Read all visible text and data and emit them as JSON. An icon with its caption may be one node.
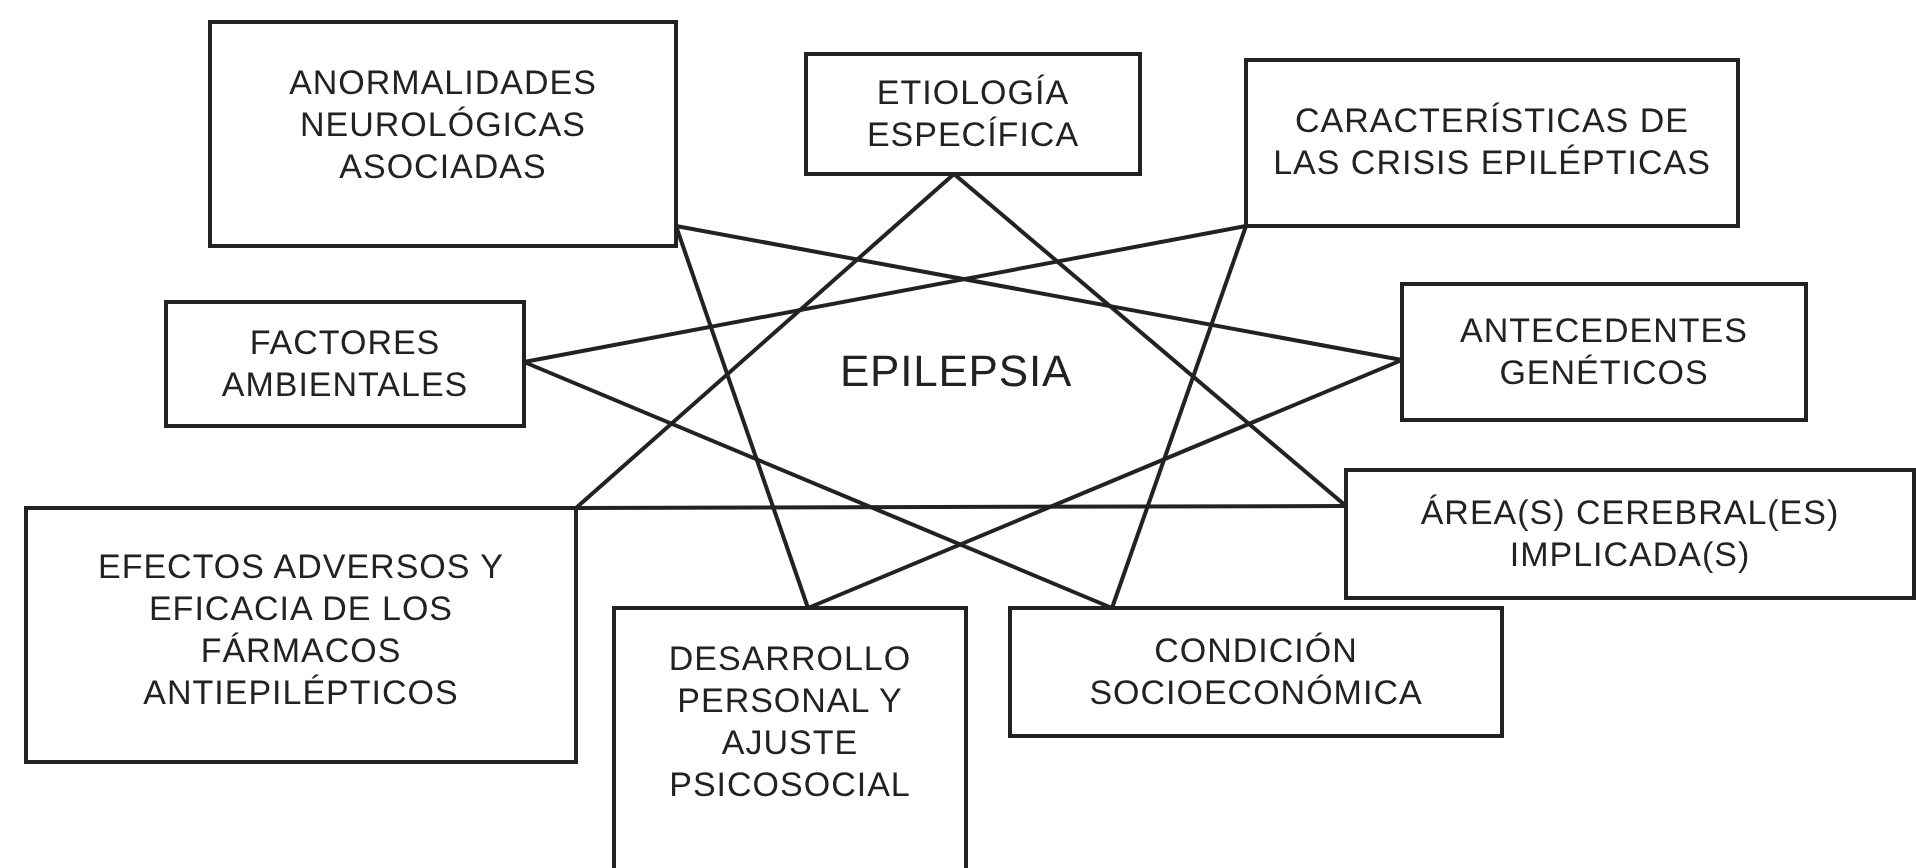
{
  "diagram": {
    "nodes": [
      {
        "text": [
          "ANORMALIDADES NEUROLÓGICAS ASOCIADAS"
        ]
      },
      {
        "text": [
          "ETIOLOGÍA ESPECÍFICA"
        ]
      },
      {
        "text": [
          "CARACTERÍSTICAS DE LAS CRISIS EPILÉPTICAS"
        ]
      },
      {
        "text": [
          "FACTORES AMBIENTALES"
        ]
      },
      {
        "text": [
          "ANTECEDENTES GENÉTICOS"
        ]
      },
      {
        "text": [
          "ÁREA(S) CEREBRAL(ES) IMPLICADA(S)"
        ]
      },
      {
        "text": [
          "EFECTOS ADVERSOS Y EFICACIA DE LOS FÁRMACOS ANTIEPILÉPTICOS"
        ]
      },
      {
        "text": [
          "DESARROLLO PERSONAL Y AJUSTE PSICOSOCIAL"
        ]
      },
      {
        "text": [
          "CONDICIÓN SOCIOECONÓMICA"
        ]
      }
    ],
    "edges": [
      {
        "from": 0,
        "to": 4,
        "arrow": "none"
      },
      {
        "from": 0,
        "to": 7,
        "arrow": "none"
      },
      {
        "from": 1,
        "to": 6,
        "arrow": "none"
      },
      {
        "from": 1,
        "to": 5,
        "arrow": "none"
      },
      {
        "from": 2,
        "to": 3,
        "arrow": "none"
      },
      {
        "from": 2,
        "to": 8,
        "arrow": "none"
      },
      {
        "from": 3,
        "to": 8,
        "arrow": "none"
      },
      {
        "from": 4,
        "to": 7,
        "arrow": "none"
      },
      {
        "from": 6,
        "to": 5,
        "arrow": "none"
      }
    ],
    "labels": [
      "EPILEPSIA"
    ]
  }
}
